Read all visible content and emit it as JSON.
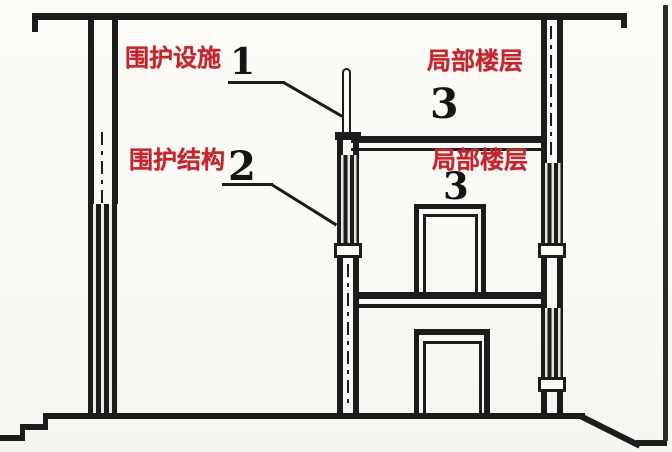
{
  "figure_type": "building-section-diagram",
  "colors": {
    "background": "#fbfaf6",
    "line": "#1c1c1c",
    "label_red": "#c0262c",
    "number_black": "#141414"
  },
  "labels": {
    "enclosure_facility": {
      "text": "围护设施",
      "number": "1"
    },
    "enclosure_structure": {
      "text": "围护结构",
      "number": "2"
    },
    "partial_floor_top": {
      "text": "局部楼层",
      "number": "3"
    },
    "partial_floor_mid": {
      "text": "局部楼层",
      "number": "3"
    }
  }
}
